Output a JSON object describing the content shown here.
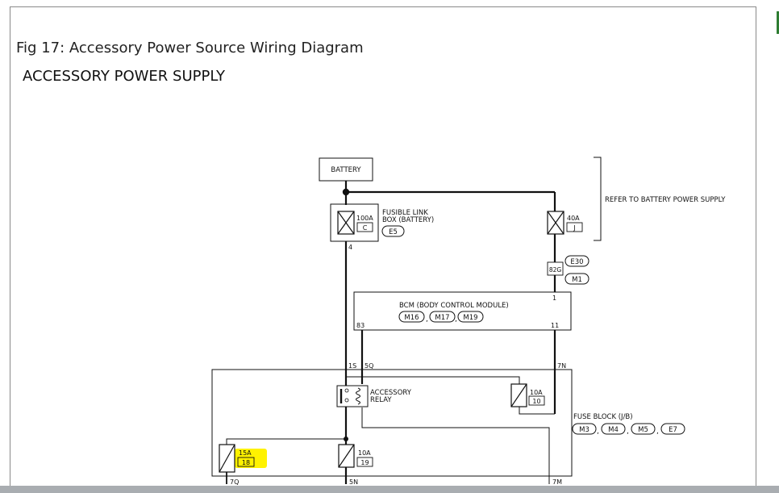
{
  "caption": "Fig 17: Accessory Power Source Wiring Diagram",
  "title": "ACCESSORY POWER SUPPLY",
  "battery": "BATTERY",
  "fusible_link": {
    "line1": "FUSIBLE LINK",
    "line2": "BOX (BATTERY)",
    "amp": "100A",
    "letter": "C",
    "connector": "E5",
    "pin": "4"
  },
  "link_40a": {
    "amp": "40A",
    "letter": "J"
  },
  "refer_note": "REFER TO BATTERY POWER SUPPLY",
  "connectors": {
    "e30": "E30",
    "m1": "M1",
    "pin_82g": "82G"
  },
  "bcm": {
    "label": "BCM (BODY CONTROL MODULE)",
    "connectors": [
      "M16",
      "M17",
      "M19"
    ],
    "pin_1": "1",
    "pin_83": "83",
    "pin_11": "11"
  },
  "fuse_block": {
    "label": "FUSE BLOCK (J/B)",
    "connectors": [
      "M3",
      "M4",
      "M5",
      "E7"
    ],
    "pin_1s": "1S",
    "pin_5q": "5Q",
    "pin_7n": "7N",
    "pin_7q": "7Q",
    "pin_5n": "5N",
    "pin_7m": "7M"
  },
  "relay": {
    "line1": "ACCESSORY",
    "line2": "RELAY"
  },
  "fuse_10a_upper": {
    "amp": "10A",
    "num": "10"
  },
  "fuse_15a": {
    "amp": "15A",
    "num": "18"
  },
  "fuse_10a_lower": {
    "amp": "10A",
    "num": "19"
  },
  "colors": {
    "highlight": "#fff200",
    "caption_bar": "#d4d4d4",
    "edge_mark": "#2e7d32"
  }
}
